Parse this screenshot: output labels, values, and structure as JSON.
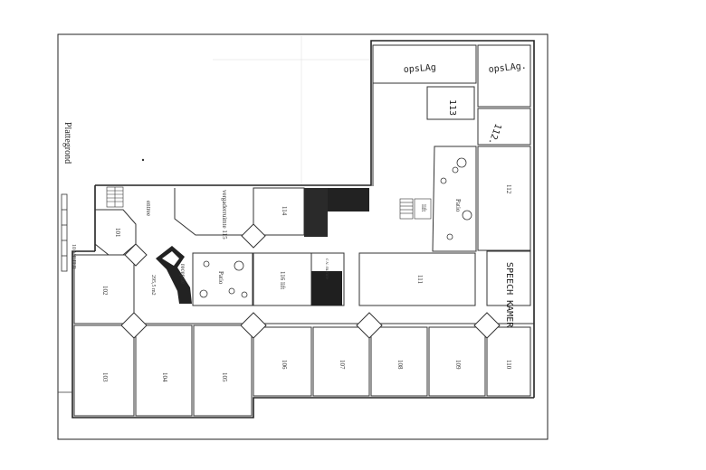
{
  "title": "Plattegrond",
  "scale_label": "10 METER",
  "rooms": [
    {
      "id": "opslag_left",
      "label": "opsLAg"
    },
    {
      "id": "opslag_right",
      "label": "opsLAg."
    },
    {
      "id": "r113",
      "label": "113"
    },
    {
      "id": "r112_hw",
      "label": "112."
    },
    {
      "id": "r112",
      "label": "112"
    },
    {
      "id": "r111",
      "label": "111"
    },
    {
      "id": "speech",
      "label": "SPEECH KAMER"
    },
    {
      "id": "patio_right",
      "label": "Patio"
    },
    {
      "id": "lift",
      "label": "lift"
    },
    {
      "id": "vergader",
      "label": "vergaderruimte 115"
    },
    {
      "id": "r114",
      "label": "114"
    },
    {
      "id": "entree",
      "label": "entree"
    },
    {
      "id": "r101",
      "label": "101"
    },
    {
      "id": "r102",
      "label": "102"
    },
    {
      "id": "receptie",
      "label": "receptie"
    },
    {
      "id": "area",
      "label": "295,5 m2"
    },
    {
      "id": "patio_mid",
      "label": "Patio"
    },
    {
      "id": "r116",
      "label": "116 lift"
    },
    {
      "id": "ruimte",
      "label": "c.v. ruimte"
    },
    {
      "id": "r103",
      "label": "103"
    },
    {
      "id": "r104",
      "label": "104"
    },
    {
      "id": "r105",
      "label": "105"
    },
    {
      "id": "r106",
      "label": "106"
    },
    {
      "id": "r107",
      "label": "107"
    },
    {
      "id": "r108",
      "label": "108"
    },
    {
      "id": "r109",
      "label": "109"
    },
    {
      "id": "r110",
      "label": "110"
    }
  ]
}
